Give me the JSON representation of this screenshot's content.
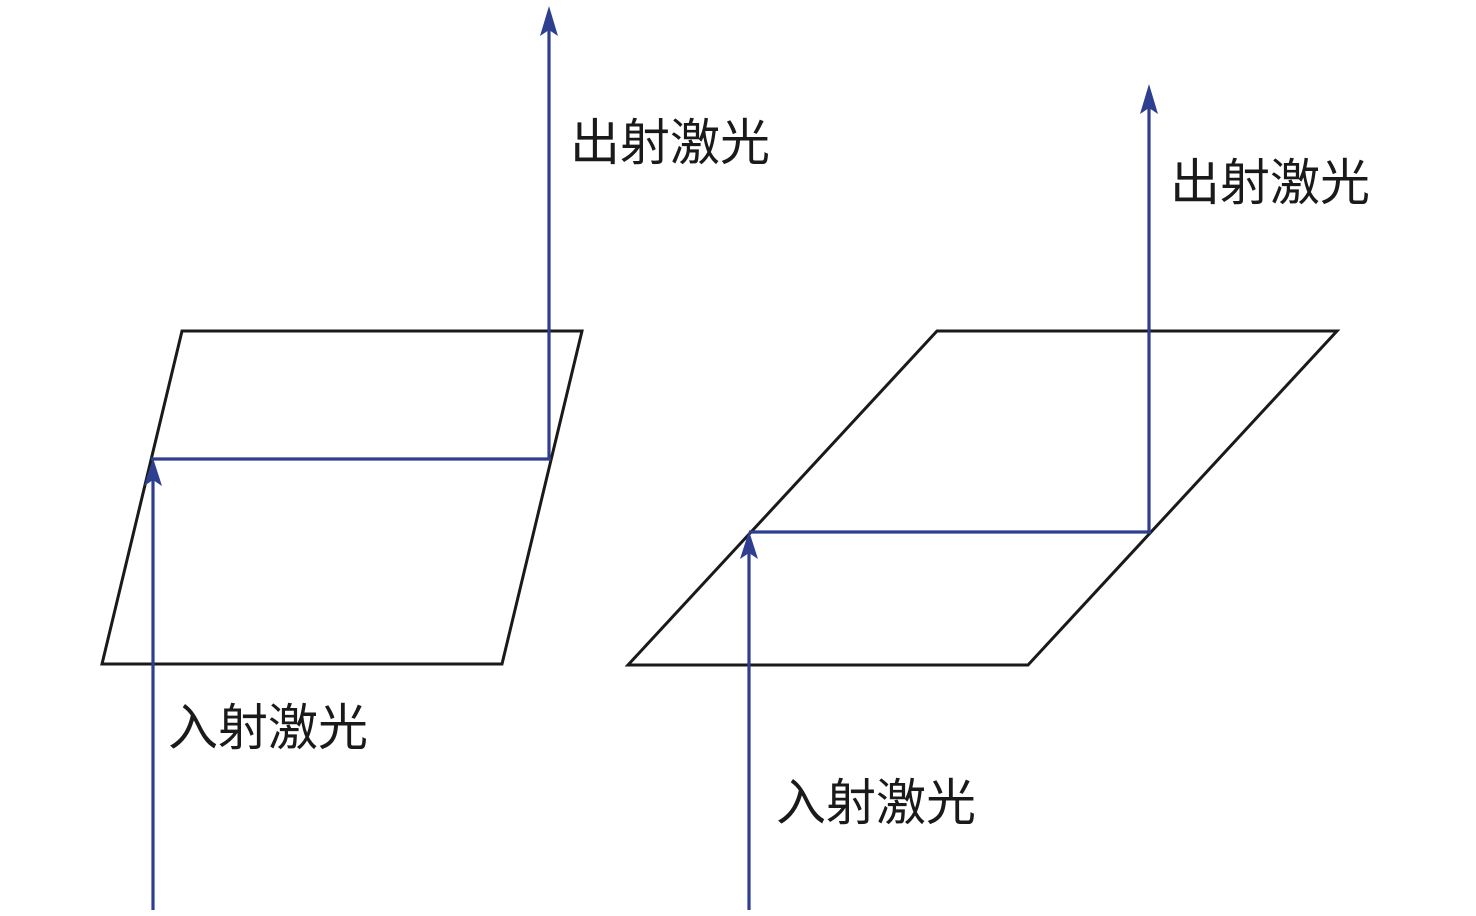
{
  "figure": {
    "left_panel": {
      "incident_label": "入射激光",
      "exit_label": "出射激光"
    },
    "right_panel": {
      "incident_label": "入射激光",
      "exit_label": "出射激光"
    },
    "colors": {
      "beam": "#2e3f8f",
      "plate_outline": "#1a1a1a",
      "background": "#ffffff"
    }
  }
}
